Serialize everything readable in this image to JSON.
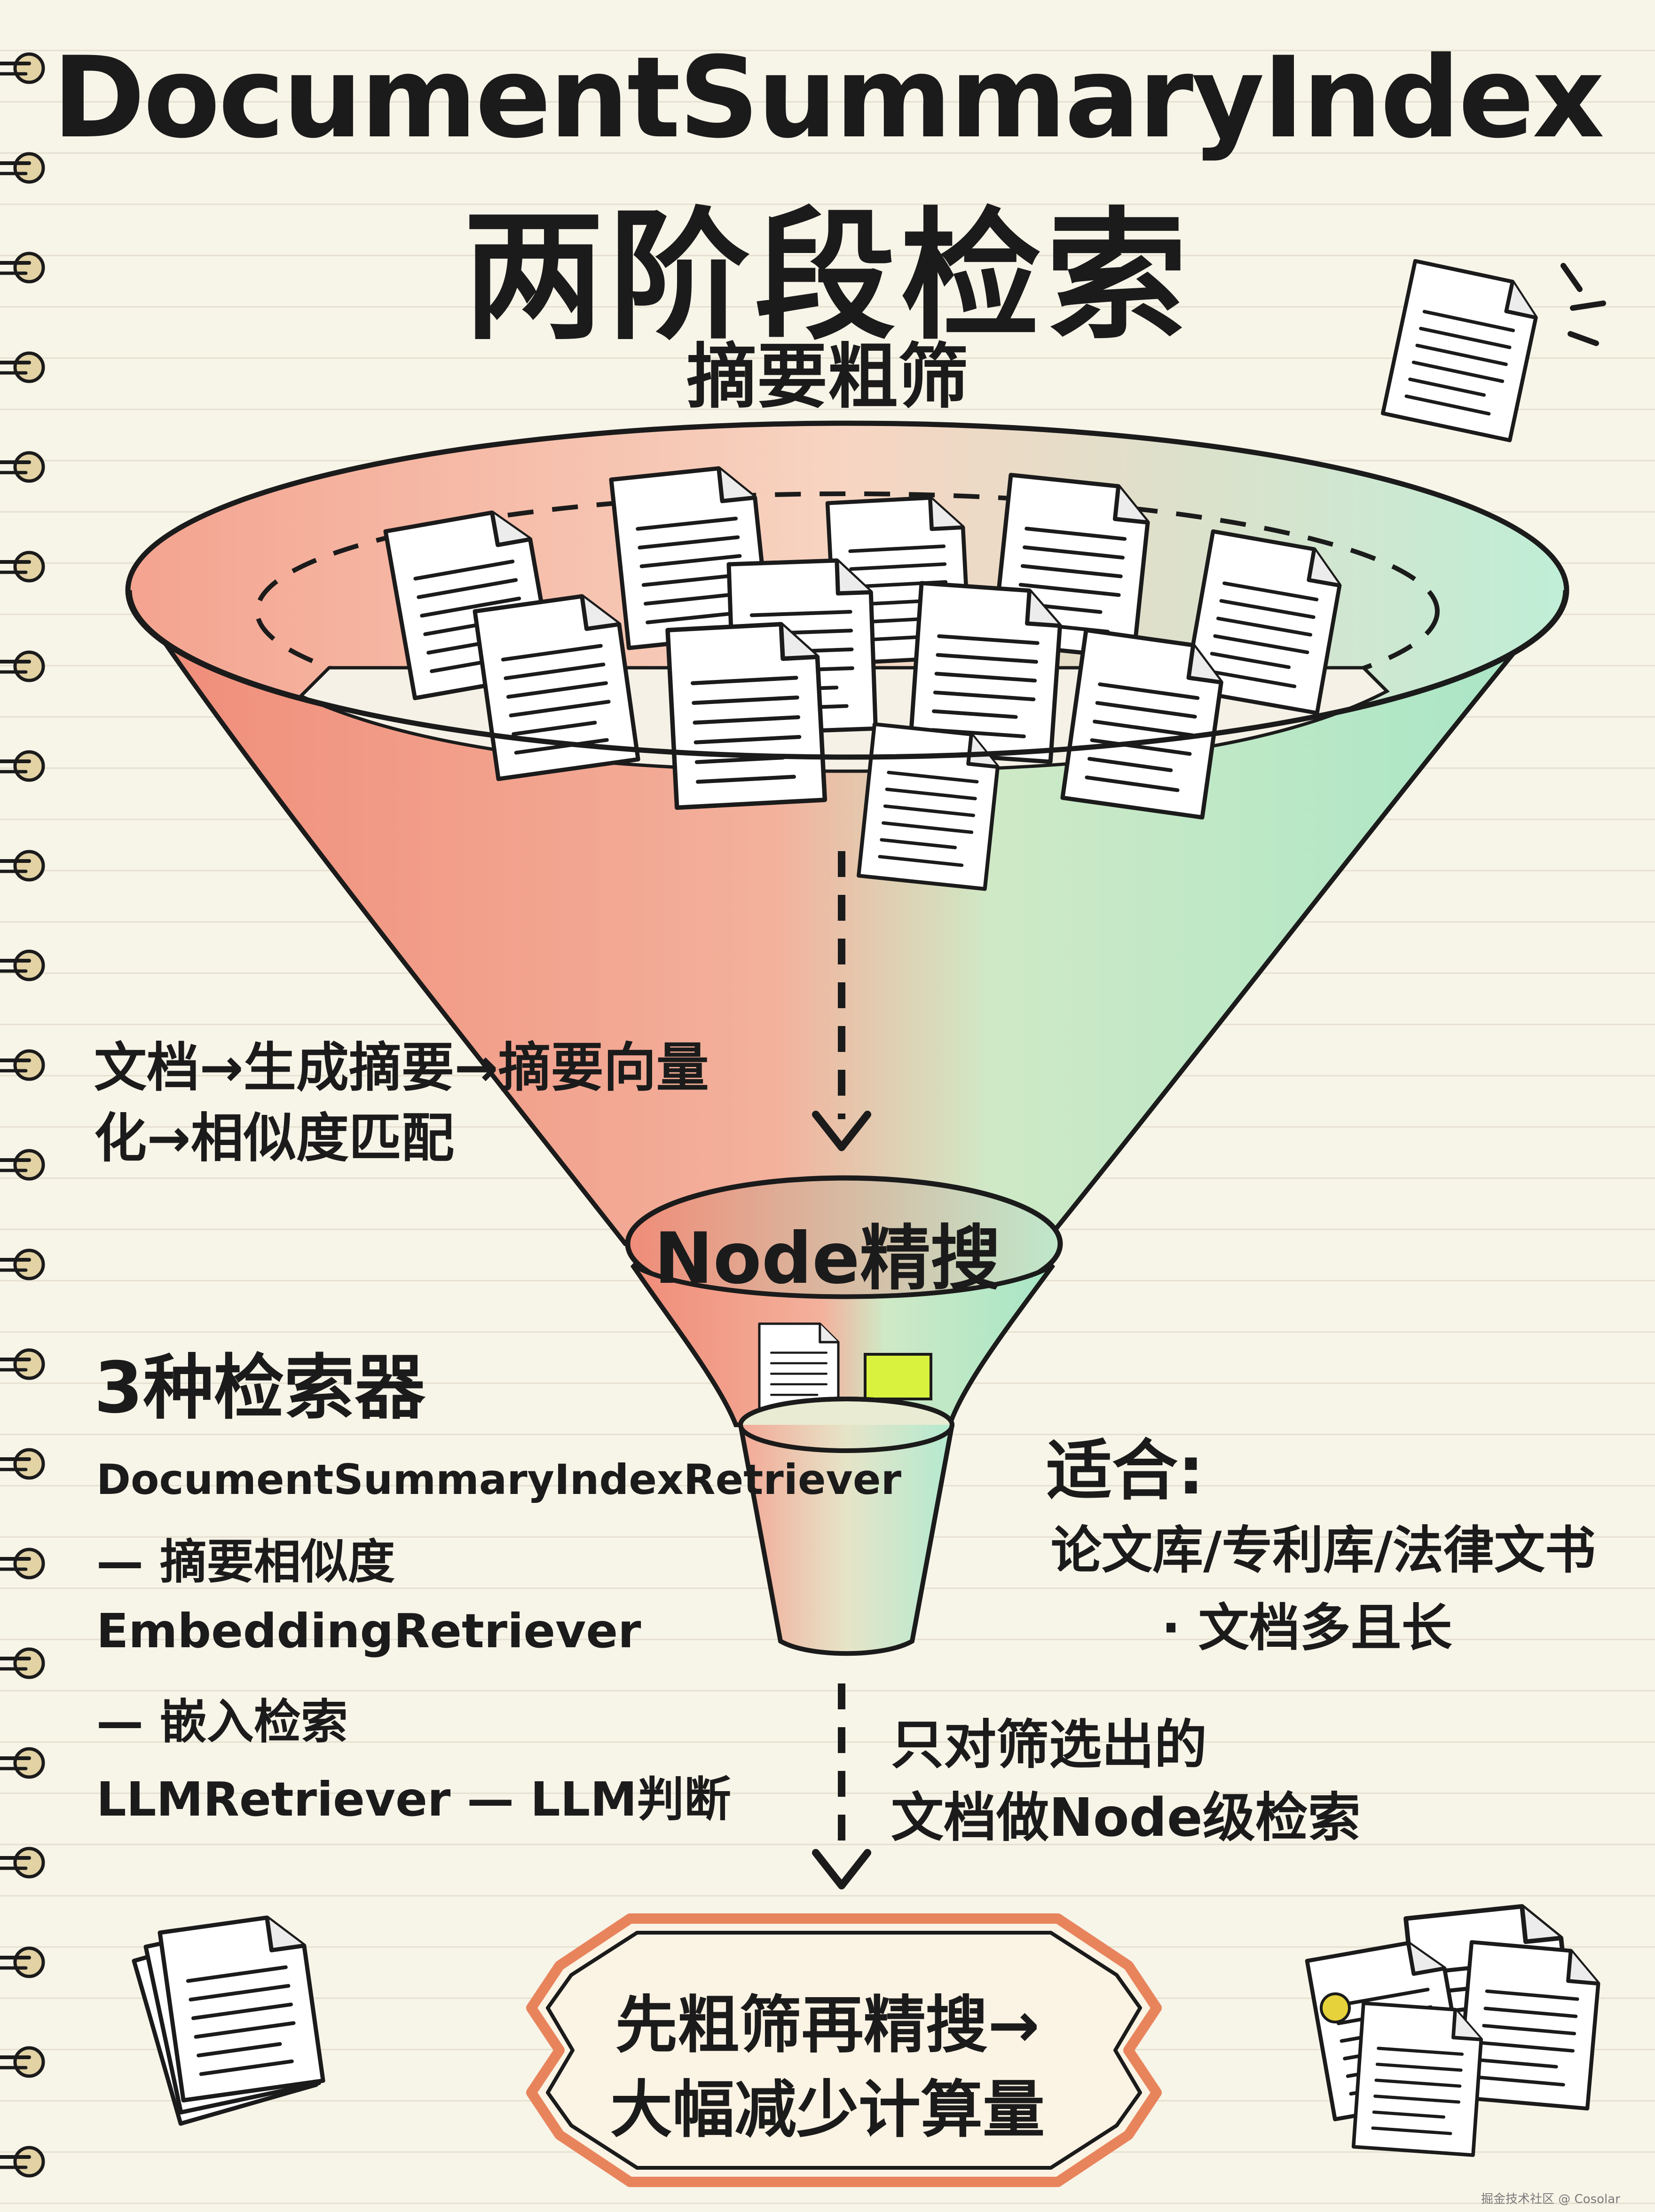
{
  "title": "DocumentSummaryIndex",
  "subtitle": "两阶段检索",
  "stage1_label": "摘要粗筛",
  "flow_text": [
    "文档→生成摘要→摘要向量",
    "化→相似度匹配"
  ],
  "stage2_label": "Node精搜",
  "retrievers": {
    "title": "3种检索器",
    "items": [
      "DocumentSummaryIndexRetriever",
      "— 摘要相似度",
      "EmbeddingRetriever",
      "— 嵌入检索",
      "LLMRetriever — LLM判断"
    ]
  },
  "suitable": {
    "title": "适合:",
    "lines": [
      "论文库/专利库/法律文书",
      "· 文档多且长"
    ]
  },
  "note": [
    "只对筛选出的",
    "文档做Node级检索"
  ],
  "summary": [
    "先粗筛再精搜→",
    "大幅减少计算量"
  ],
  "watermark": "掘金技术社区 @ Cosolar",
  "icons": [
    "spiral-binding-icon",
    "document-icon",
    "arrow-down-icon",
    "funnel-icon",
    "document-stack-icon"
  ],
  "colors": {
    "funnel_left": "#f08c78",
    "funnel_right": "#a6e6c6",
    "badge_border": "#e8845c",
    "badge_fill": "#fbf3e4",
    "ink": "#1b1b1b"
  }
}
